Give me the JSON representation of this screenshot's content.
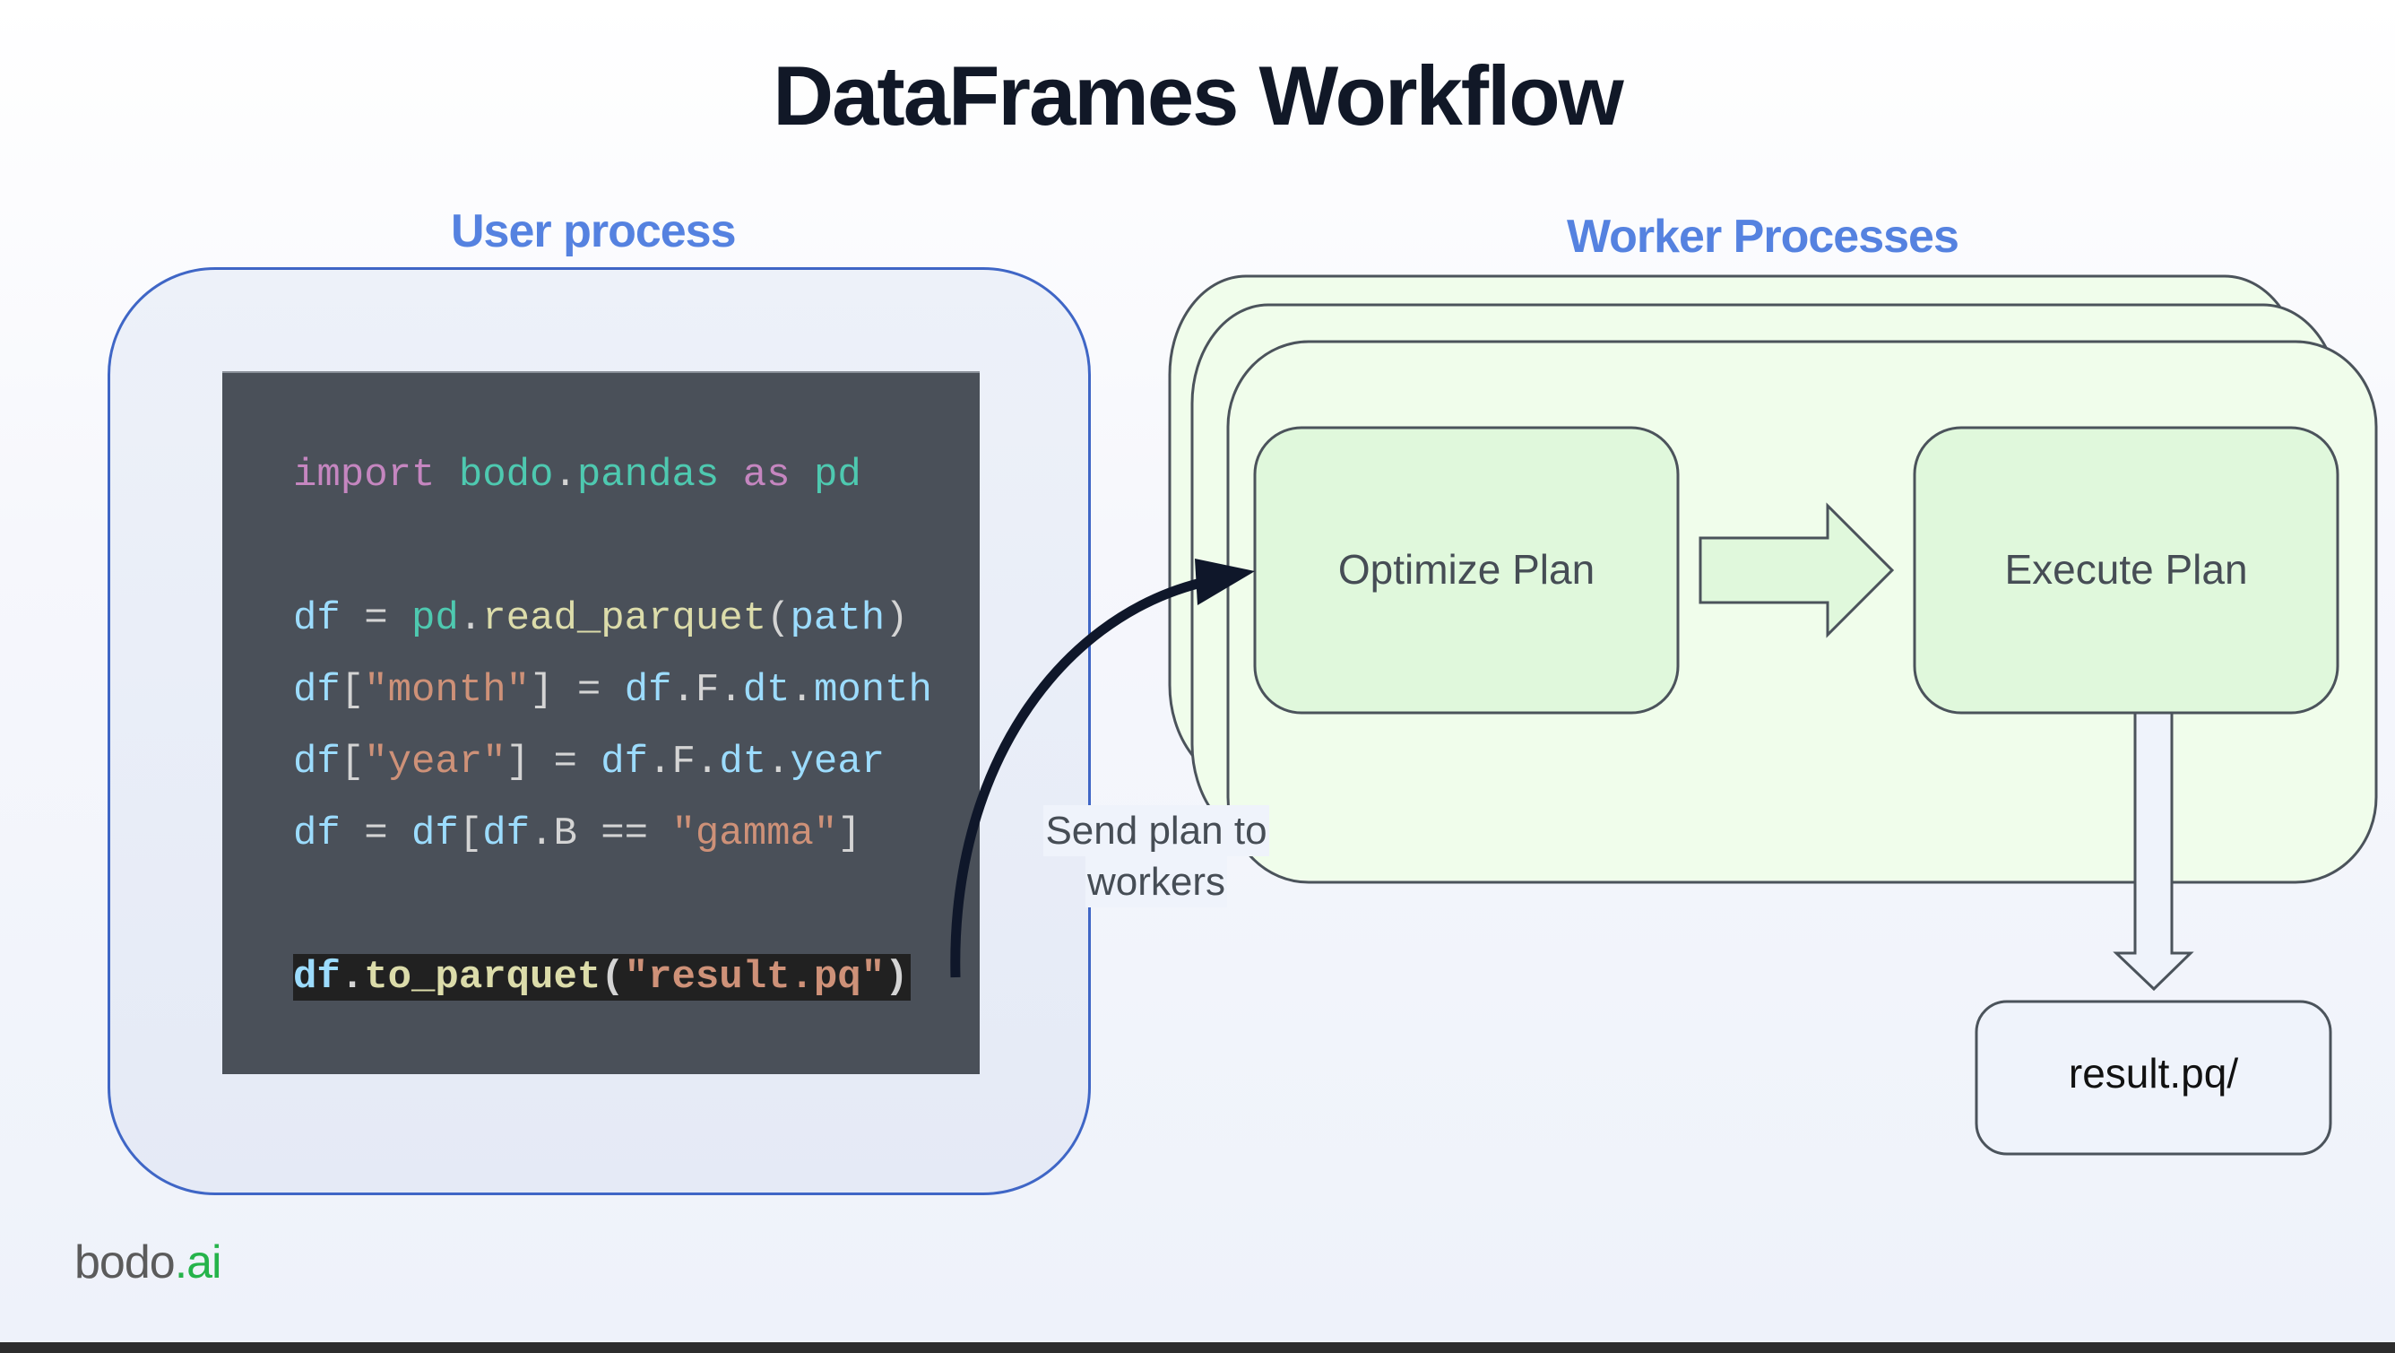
{
  "title": "DataFrames Workflow",
  "sections": {
    "user": "User process",
    "workers": "Worker Processes"
  },
  "code": {
    "lines": [
      {
        "tokens": [
          {
            "t": "import",
            "c": "#c586c0"
          },
          {
            "t": " ",
            "c": "#d4d4d4"
          },
          {
            "t": "bodo",
            "c": "#4ec9b0"
          },
          {
            "t": ".",
            "c": "#d4d4d4"
          },
          {
            "t": "pandas",
            "c": "#4ec9b0"
          },
          {
            "t": " ",
            "c": "#d4d4d4"
          },
          {
            "t": "as",
            "c": "#c586c0"
          },
          {
            "t": " ",
            "c": "#d4d4d4"
          },
          {
            "t": "pd",
            "c": "#4ec9b0"
          }
        ]
      },
      {
        "tokens": []
      },
      {
        "tokens": [
          {
            "t": "df",
            "c": "#9cdcfe"
          },
          {
            "t": " = ",
            "c": "#d4d4d4"
          },
          {
            "t": "pd",
            "c": "#4ec9b0"
          },
          {
            "t": ".",
            "c": "#d4d4d4"
          },
          {
            "t": "read_parquet",
            "c": "#dcdcaa"
          },
          {
            "t": "(",
            "c": "#d4d4d4"
          },
          {
            "t": "path",
            "c": "#9cdcfe"
          },
          {
            "t": ")",
            "c": "#d4d4d4"
          }
        ]
      },
      {
        "tokens": [
          {
            "t": "df",
            "c": "#9cdcfe"
          },
          {
            "t": "[",
            "c": "#d4d4d4"
          },
          {
            "t": "\"month\"",
            "c": "#ce9178"
          },
          {
            "t": "] = ",
            "c": "#d4d4d4"
          },
          {
            "t": "df",
            "c": "#9cdcfe"
          },
          {
            "t": ".",
            "c": "#d4d4d4"
          },
          {
            "t": "F",
            "c": "#d4d4d4"
          },
          {
            "t": ".",
            "c": "#d4d4d4"
          },
          {
            "t": "dt",
            "c": "#9cdcfe"
          },
          {
            "t": ".",
            "c": "#d4d4d4"
          },
          {
            "t": "month",
            "c": "#9cdcfe"
          }
        ]
      },
      {
        "tokens": [
          {
            "t": "df",
            "c": "#9cdcfe"
          },
          {
            "t": "[",
            "c": "#d4d4d4"
          },
          {
            "t": "\"year\"",
            "c": "#ce9178"
          },
          {
            "t": "] = ",
            "c": "#d4d4d4"
          },
          {
            "t": "df",
            "c": "#9cdcfe"
          },
          {
            "t": ".",
            "c": "#d4d4d4"
          },
          {
            "t": "F",
            "c": "#d4d4d4"
          },
          {
            "t": ".",
            "c": "#d4d4d4"
          },
          {
            "t": "dt",
            "c": "#9cdcfe"
          },
          {
            "t": ".",
            "c": "#d4d4d4"
          },
          {
            "t": "year",
            "c": "#9cdcfe"
          }
        ]
      },
      {
        "tokens": [
          {
            "t": "df",
            "c": "#9cdcfe"
          },
          {
            "t": " = ",
            "c": "#d4d4d4"
          },
          {
            "t": "df",
            "c": "#9cdcfe"
          },
          {
            "t": "[",
            "c": "#d4d4d4"
          },
          {
            "t": "df",
            "c": "#9cdcfe"
          },
          {
            "t": ".",
            "c": "#d4d4d4"
          },
          {
            "t": "B",
            "c": "#d4d4d4"
          },
          {
            "t": " == ",
            "c": "#d4d4d4"
          },
          {
            "t": "\"gamma\"",
            "c": "#ce9178"
          },
          {
            "t": "]",
            "c": "#d4d4d4"
          }
        ]
      },
      {
        "tokens": []
      },
      {
        "highlight": true,
        "tokens": [
          {
            "t": "df",
            "c": "#9cdcfe"
          },
          {
            "t": ".",
            "c": "#d4d4d4"
          },
          {
            "t": "to_parquet",
            "c": "#dcdcaa"
          },
          {
            "t": "(",
            "c": "#d4d4d4"
          },
          {
            "t": "\"result.pq\"",
            "c": "#ce9178"
          },
          {
            "t": ")",
            "c": "#d4d4d4"
          }
        ]
      }
    ]
  },
  "edge_label": [
    "Send plan to",
    "workers"
  ],
  "nodes": {
    "optimize": "Optimize Plan",
    "execute": "Execute Plan",
    "result": "result.pq/"
  },
  "logo": {
    "main": "bodo",
    "suffix": ".ai"
  },
  "colors": {
    "title": "#111827",
    "section": "#5582e0",
    "user_border": "#3f66c6",
    "worker_fill": "#f0fdeb",
    "node_fill": "#e0f8dc",
    "stroke": "#4b535b",
    "arrow": "#0f172a",
    "logo_green": "#25b34a"
  }
}
